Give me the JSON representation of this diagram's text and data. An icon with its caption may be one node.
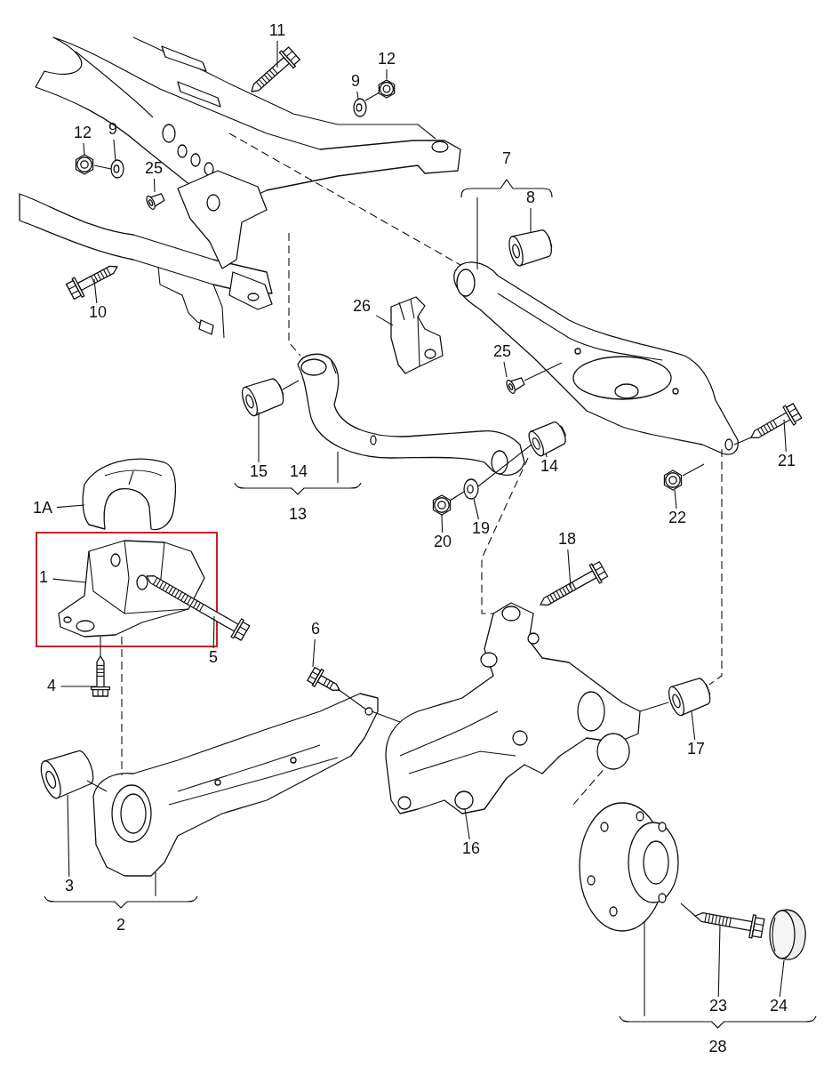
{
  "diagram": {
    "nodes": [
      {
        "text": [],
        "shape": "picture"
      },
      {
        "text": [
          "11"
        ]
      },
      {
        "text": [],
        "shape": "picture"
      },
      {
        "text": [
          "12"
        ]
      },
      {
        "text": [
          "9"
        ]
      },
      {
        "text": [],
        "shape": "picture"
      },
      {
        "text": [],
        "shape": "picture"
      },
      {
        "text": [
          "12"
        ]
      },
      {
        "text": [
          "9"
        ]
      },
      {
        "text": [],
        "shape": "picture"
      },
      {
        "text": [],
        "shape": "picture"
      },
      {
        "text": [
          "25"
        ]
      },
      {
        "text": [],
        "shape": "picture"
      },
      {
        "text": [
          "7"
        ]
      },
      {
        "text": [
          "8"
        ]
      },
      {
        "text": [],
        "shape": "picture"
      },
      {
        "text": [],
        "shape": "picture"
      },
      {
        "text": [
          "10"
        ]
      },
      {
        "text": [],
        "shape": "picture"
      },
      {
        "text": [
          "26"
        ]
      },
      {
        "text": [],
        "shape": "picture"
      },
      {
        "text": [
          "25"
        ]
      },
      {
        "text": [],
        "shape": "picture"
      },
      {
        "text": [],
        "shape": "picture"
      },
      {
        "text": [],
        "shape": "picture"
      },
      {
        "text": [
          "15"
        ]
      },
      {
        "text": [
          "13"
        ]
      },
      {
        "text": [],
        "shape": "picture"
      },
      {
        "text": [
          "14"
        ]
      },
      {
        "text": [
          "21"
        ]
      },
      {
        "text": [],
        "shape": "picture"
      },
      {
        "text": [],
        "shape": "picture"
      },
      {
        "text": [
          "22"
        ]
      },
      {
        "text": [],
        "shape": "picture"
      },
      {
        "text": [],
        "shape": "picture"
      },
      {
        "text": [
          "20"
        ]
      },
      {
        "text": [
          "19"
        ]
      },
      {
        "text": [],
        "shape": "picture"
      },
      {
        "text": [
          "1A"
        ]
      },
      {
        "text": [],
        "shape": "picture"
      },
      {
        "text": [
          "1"
        ]
      },
      {
        "text": [],
        "shape": "picture"
      },
      {
        "text": [
          "5"
        ]
      },
      {
        "text": [
          "18"
        ]
      },
      {
        "text": [],
        "shape": "picture"
      },
      {
        "text": [],
        "shape": "picture"
      },
      {
        "text": [
          "4"
        ]
      },
      {
        "text": [
          "6"
        ]
      },
      {
        "text": [],
        "shape": "picture"
      },
      {
        "text": [],
        "shape": "picture"
      },
      {
        "text": [],
        "shape": "picture"
      },
      {
        "text": [
          "17"
        ]
      },
      {
        "text": [],
        "shape": "picture"
      },
      {
        "text": [],
        "shape": "picture"
      },
      {
        "text": [
          "16"
        ]
      },
      {
        "text": [
          "3"
        ]
      },
      {
        "text": [
          "2"
        ]
      },
      {
        "text": [],
        "shape": "picture"
      },
      {
        "text": [],
        "shape": "picture"
      },
      {
        "text": [],
        "shape": "picture"
      },
      {
        "text": [
          "23"
        ]
      },
      {
        "text": [
          "24"
        ]
      },
      {
        "text": [
          "28"
        ]
      }
    ],
    "edges": [
      {
        "from": 1,
        "to": 2,
        "arrow": "none"
      },
      {
        "from": 3,
        "to": 6,
        "arrow": "none"
      },
      {
        "from": 4,
        "to": 5,
        "arrow": "none"
      },
      {
        "from": 7,
        "to": 9,
        "arrow": "none"
      },
      {
        "from": 8,
        "to": 10,
        "arrow": "none"
      },
      {
        "from": 11,
        "to": 12,
        "arrow": "none"
      },
      {
        "from": 13,
        "to": 16,
        "arrow": "none"
      },
      {
        "from": 14,
        "to": 15,
        "arrow": "none"
      },
      {
        "from": 17,
        "to": 18,
        "arrow": "none"
      },
      {
        "from": 19,
        "to": 20,
        "arrow": "none"
      },
      {
        "from": 21,
        "to": 22,
        "arrow": "none"
      },
      {
        "from": 25,
        "to": 24,
        "arrow": "none"
      },
      {
        "from": 26,
        "to": 23,
        "arrow": "none"
      },
      {
        "from": 28,
        "to": 27,
        "arrow": "none"
      },
      {
        "from": 29,
        "to": 30,
        "arrow": "none"
      },
      {
        "from": 32,
        "to": 31,
        "arrow": "none"
      },
      {
        "from": 35,
        "to": 33,
        "arrow": "none"
      },
      {
        "from": 36,
        "to": 34,
        "arrow": "none"
      },
      {
        "from": 38,
        "to": 37,
        "arrow": "none"
      },
      {
        "from": 40,
        "to": 39,
        "arrow": "none"
      },
      {
        "from": 42,
        "to": 41,
        "arrow": "none"
      },
      {
        "from": 43,
        "to": 44,
        "arrow": "none"
      },
      {
        "from": 46,
        "to": 45,
        "arrow": "none"
      },
      {
        "from": 47,
        "to": 48,
        "arrow": "none"
      },
      {
        "from": 51,
        "to": 50,
        "arrow": "none"
      },
      {
        "from": 54,
        "to": 49,
        "arrow": "none"
      },
      {
        "from": 55,
        "to": 53,
        "arrow": "none"
      },
      {
        "from": 56,
        "to": 52,
        "arrow": "none"
      },
      {
        "from": 60,
        "to": 58,
        "arrow": "none"
      },
      {
        "from": 61,
        "to": 59,
        "arrow": "none"
      },
      {
        "from": 62,
        "to": 57,
        "arrow": "none"
      },
      {
        "from": 0,
        "to": 16,
        "arrow": "none",
        "style": "dashed"
      },
      {
        "from": 0,
        "to": 23,
        "arrow": "none",
        "style": "dashed"
      },
      {
        "from": 16,
        "to": 50,
        "arrow": "none",
        "style": "dashed"
      },
      {
        "from": 27,
        "to": 49,
        "arrow": "none",
        "style": "dashed"
      },
      {
        "from": 39,
        "to": 52,
        "arrow": "none",
        "style": "dashed"
      },
      {
        "from": 52,
        "to": 49,
        "arrow": "none"
      },
      {
        "from": 57,
        "to": 49,
        "arrow": "none",
        "style": "dashed"
      },
      {
        "from": 50,
        "to": 49,
        "arrow": "none"
      },
      {
        "from": 33,
        "to": 34,
        "arrow": "none"
      },
      {
        "from": 34,
        "to": 27,
        "arrow": "none"
      },
      {
        "from": 22,
        "to": 16,
        "arrow": "none"
      },
      {
        "from": 24,
        "to": 23,
        "arrow": "none"
      },
      {
        "from": 53,
        "to": 52,
        "arrow": "none"
      },
      {
        "from": 58,
        "to": 57,
        "arrow": "none"
      },
      {
        "from": 48,
        "to": 52,
        "arrow": "none"
      },
      {
        "from": 30,
        "to": 16,
        "arrow": "none"
      },
      {
        "from": 31,
        "to": 16,
        "arrow": "none"
      },
      {
        "from": 45,
        "to": 39,
        "arrow": "none"
      },
      {
        "from": 5,
        "to": 6,
        "arrow": "none"
      },
      {
        "from": 10,
        "to": 9,
        "arrow": "none"
      }
    ],
    "labels": [
      "14"
    ]
  }
}
